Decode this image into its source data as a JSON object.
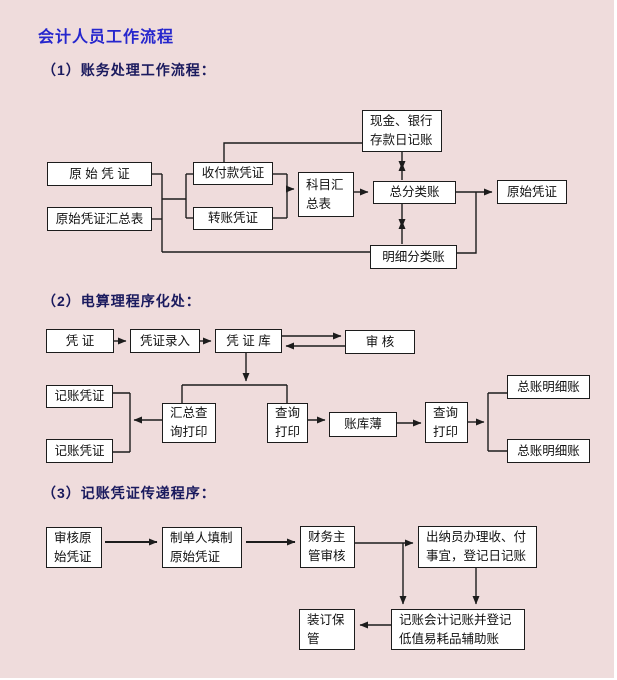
{
  "page": {
    "title": "会计人员工作流程",
    "bg_color": "#efdcdc",
    "title_color": "#2626cd",
    "heading_color": "#1a1a5e"
  },
  "s1": {
    "heading": "（1）账务处理工作流程：",
    "n1": "原 始 凭 证",
    "n2": "原始凭证汇总表",
    "n3": "收付款凭证",
    "n4": "转账凭证",
    "n5": "科目汇\n总表",
    "n6": "现金、银行\n存款日记账",
    "n7": "总分类账",
    "n8": "原始凭证",
    "n9": "明细分类账"
  },
  "s2": {
    "heading": "（2）电算理程序化处：",
    "n1": "凭 证",
    "n2": "凭证录入",
    "n3": "凭 证 库",
    "n4": "审 核",
    "n5": "记账凭证",
    "n6": "记账凭证",
    "n7": "汇总查\n询打印",
    "n8": "查询\n打印",
    "n9": "账库薄",
    "n10": "查询\n打印",
    "n11": "总账明细账",
    "n12": "总账明细账"
  },
  "s3": {
    "heading": "（3）记账凭证传递程序：",
    "n1": "审核原\n始凭证",
    "n2": "制单人填制\n原始凭证",
    "n3": "财务主\n管审核",
    "n4": "出纳员办理收、付\n事宜，登记日记账",
    "n5": "装订保\n管",
    "n6": "记账会计记账并登记\n低值易耗品辅助账"
  }
}
